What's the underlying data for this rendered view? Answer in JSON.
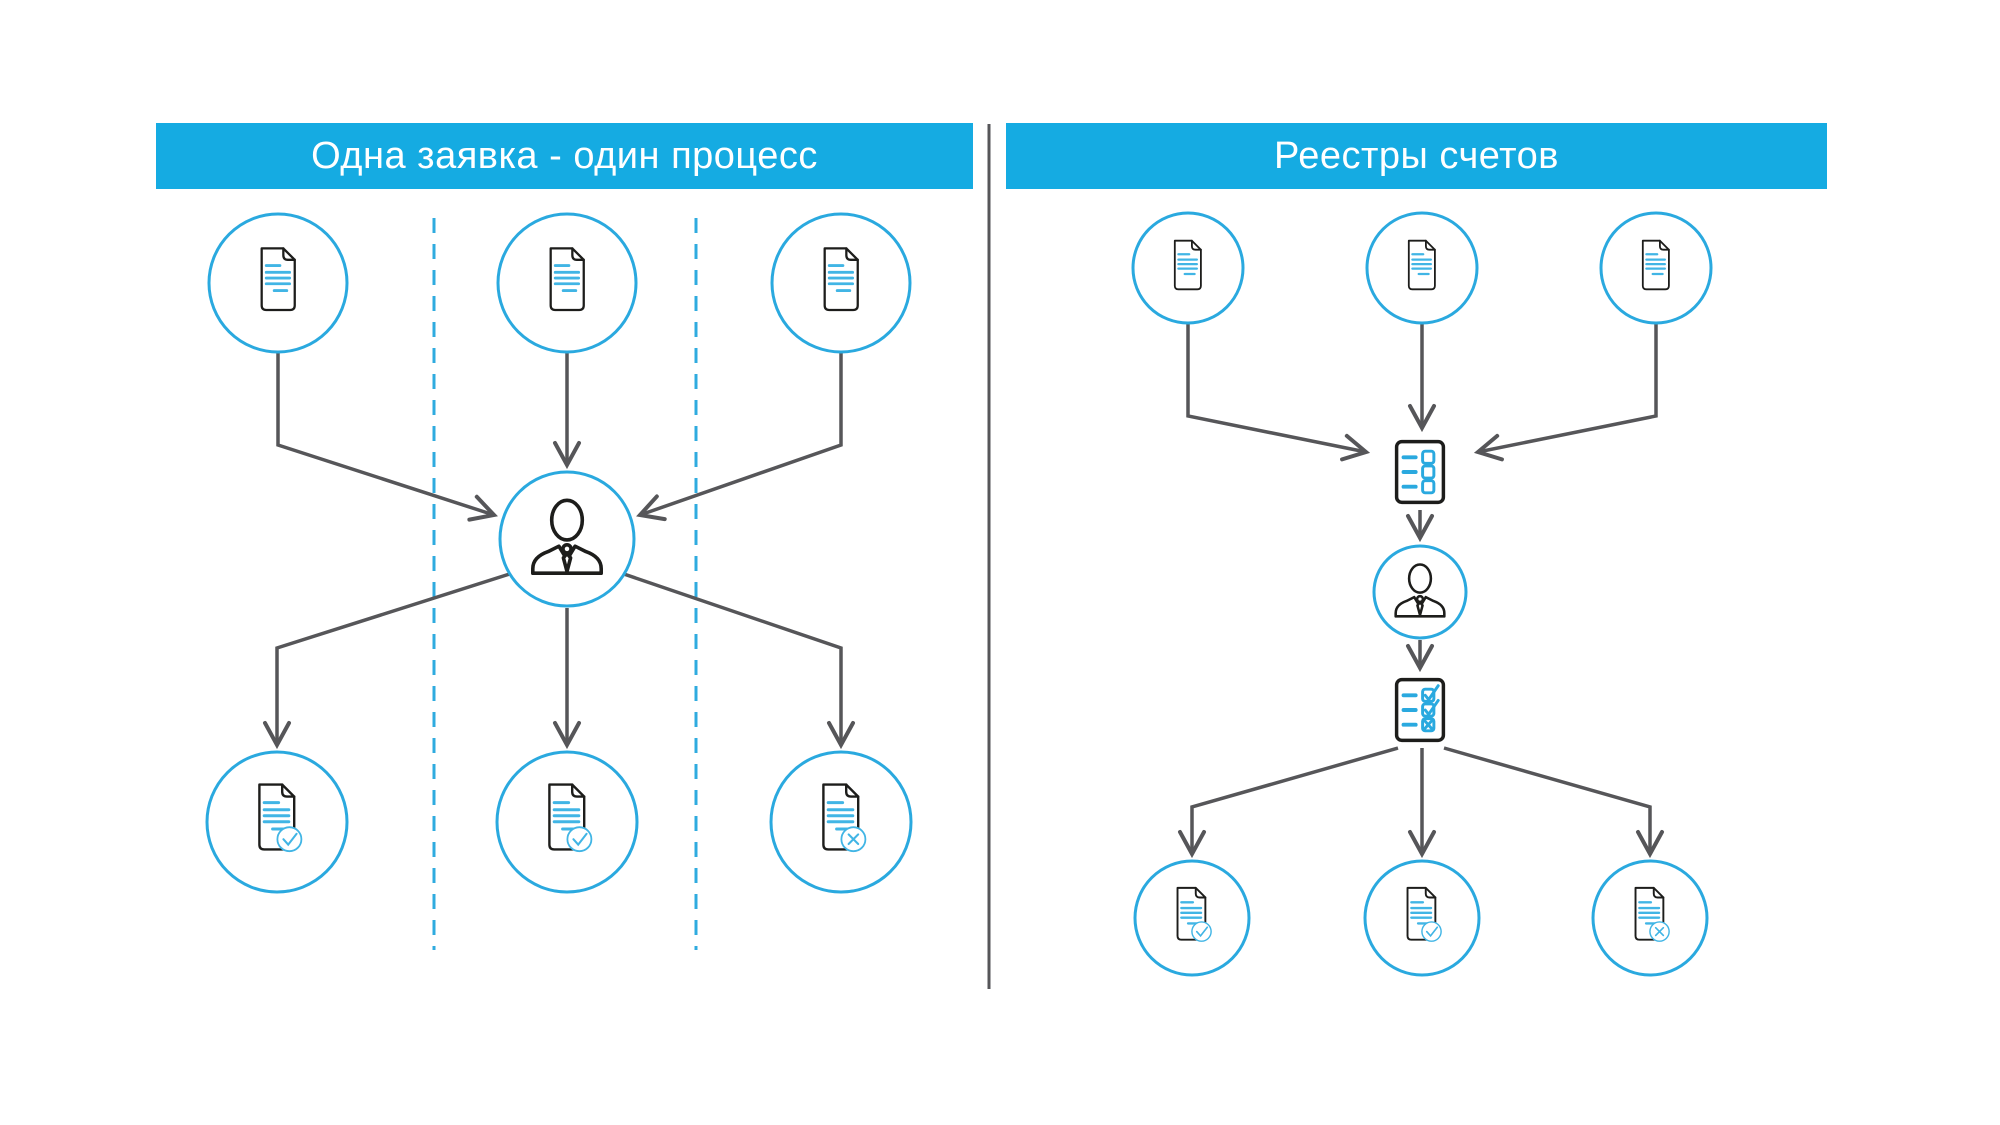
{
  "app": {
    "type": "process-comparison-infographic",
    "background": "#ffffff"
  },
  "colors": {
    "header_blue": "#15abe2",
    "node_circle_blue": "#2aa9df",
    "document_line_blue": "#41b5e5",
    "arrow_gray": "#565659",
    "outline_dark": "#1d1d1b",
    "text_white": "#ffffff"
  },
  "left_panel": {
    "title": "Одна заявка - один процесс",
    "top_row_icons": [
      "document-icon",
      "document-icon",
      "document-icon"
    ],
    "center_icon": "person-icon",
    "bottom_row_icons": [
      "document-approved-icon",
      "document-approved-icon",
      "document-rejected-icon"
    ],
    "lane_separator_style": "dashed-blue-vertical"
  },
  "right_panel": {
    "title": "Реестры счетов",
    "top_row_icons": [
      "document-icon",
      "document-icon",
      "document-icon"
    ],
    "middle_flow_icons": [
      "registry-list-icon",
      "person-icon",
      "registry-reviewed-icon"
    ],
    "bottom_row_icons": [
      "document-approved-icon",
      "document-approved-icon",
      "document-rejected-icon"
    ]
  }
}
